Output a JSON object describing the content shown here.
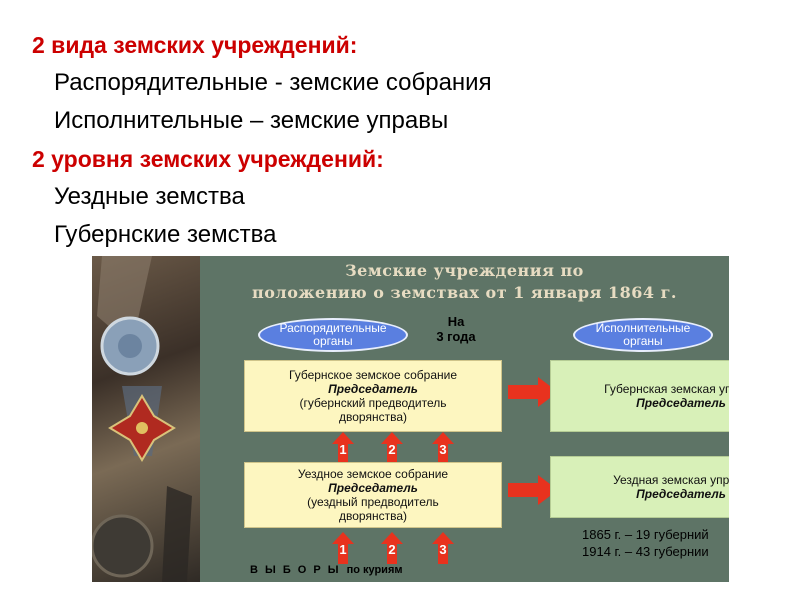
{
  "text": {
    "heading1": "2 вида земских учреждений:",
    "items1": [
      "Распорядительные - земские собрания",
      "Исполнительные – земские управы"
    ],
    "heading2": "2 уровня земских учреждений:",
    "items2": [
      "Уездные земства",
      "Губернские земства"
    ],
    "bullet_glyph": ""
  },
  "figure": {
    "title_line1": "Земские учреждения по",
    "title_line2": "положению о земствах от 1 января 1864 г.",
    "left_ellipse": [
      "Распорядительные",
      "органы"
    ],
    "right_ellipse": [
      "Исполнительные",
      "органы"
    ],
    "term": [
      "На",
      "3 года"
    ],
    "provincial_assembly": {
      "title": "Губернское земское собрание",
      "chair": "Председатель",
      "note1": "(губернский предводитель",
      "note2": "дворянства)"
    },
    "district_assembly": {
      "title": "Уездное земское собрание",
      "chair": "Председатель",
      "note1": "(уездный предводитель",
      "note2": "дворянства)"
    },
    "provincial_board": {
      "title": "Губернская земская управа",
      "chair": "Председатель"
    },
    "district_board": {
      "title": "Уездная земская управа",
      "chair": "Председатель"
    },
    "numbers": [
      "1",
      "2",
      "3"
    ],
    "stats": [
      "1865 г. – 19 губерний",
      "1914 г. – 43 губернии"
    ],
    "elections": "В Ы Б О Р Ы",
    "elections_suffix": "по куриям"
  },
  "colors": {
    "heading": "#cc0000",
    "arrow_red": "#e8321e",
    "ellipse_blue": "#5a7fe0",
    "box_yellow": "#fdf6c0",
    "box_green": "#d8f0b8"
  }
}
